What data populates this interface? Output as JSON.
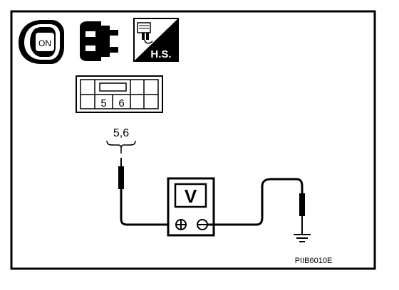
{
  "icons": {
    "ignition_key": "ignition-key-on-icon",
    "connector": "connector-disconnect-icon",
    "harness_side": "harness-side-icon"
  },
  "ignition_label": "ON",
  "harness_side_label": "H.S.",
  "connector": {
    "terminals": [
      "5",
      "6"
    ]
  },
  "probe_label": "5,6",
  "meter": {
    "label": "V",
    "plus": "⊕",
    "minus": "⊖"
  },
  "figure_code": "PIIB6010E"
}
